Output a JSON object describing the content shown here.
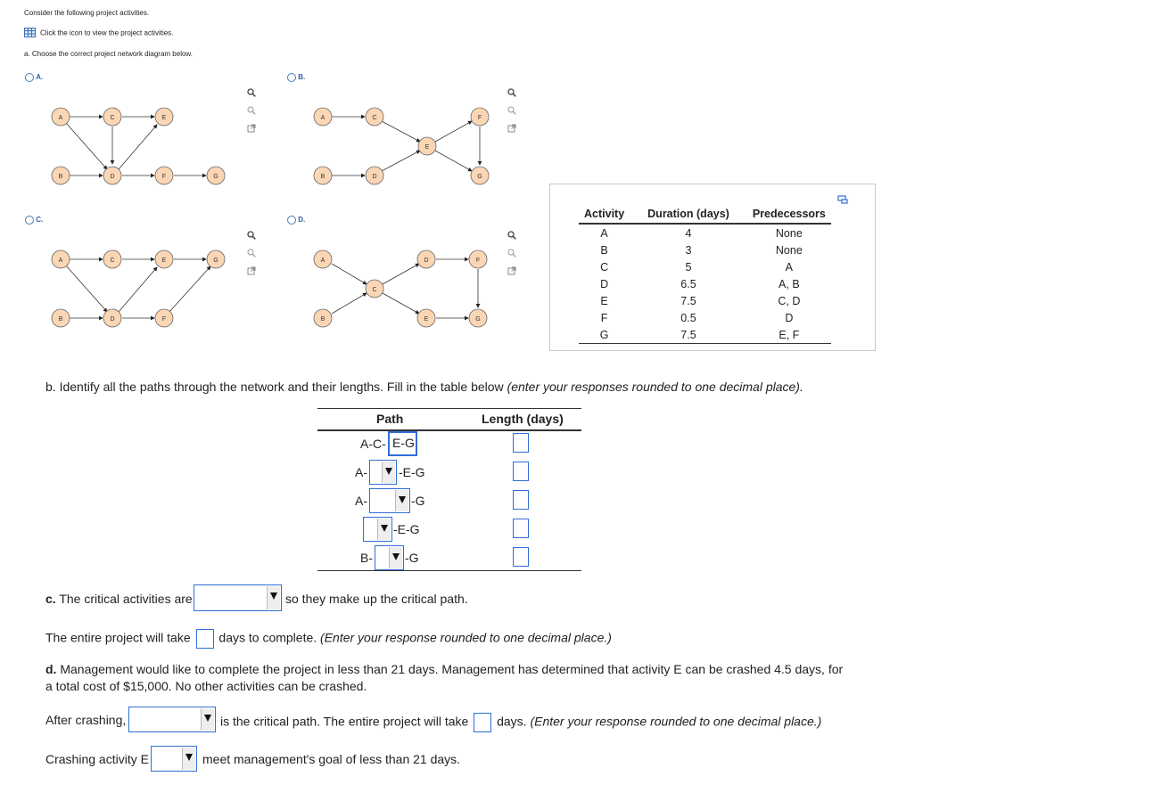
{
  "intro": "Consider the following project activities.",
  "view_link": "Click the icon to view the project activities.",
  "question_a": "a. Choose the correct project network diagram below.",
  "options": [
    {
      "letter": "A."
    },
    {
      "letter": "B."
    },
    {
      "letter": "C."
    },
    {
      "letter": "D."
    }
  ],
  "diagram_nodes": [
    "A",
    "B",
    "C",
    "D",
    "E",
    "F",
    "G"
  ],
  "activities": {
    "headers": [
      "Activity",
      "Duration (days)",
      "Predecessors"
    ],
    "rows": [
      [
        "A",
        "4",
        "None"
      ],
      [
        "B",
        "3",
        "None"
      ],
      [
        "C",
        "5",
        "A"
      ],
      [
        "D",
        "6.5",
        "A, B"
      ],
      [
        "E",
        "7.5",
        "C, D"
      ],
      [
        "F",
        "0.5",
        "D"
      ],
      [
        "G",
        "7.5",
        "E, F"
      ]
    ]
  },
  "question_b": {
    "lead": "b. Identify all the paths through the network and their lengths. Fill in the table below",
    "note": "(enter your responses rounded to one decimal place)."
  },
  "paths_table": {
    "headers": [
      "Path",
      "Length (days)"
    ],
    "row1": {
      "prefix": "A-C-",
      "input_value": "E-G"
    },
    "row2": {
      "prefix": "A-",
      "suffix": "-E-G"
    },
    "row3": {
      "prefix": "A-",
      "suffix": "-G"
    },
    "row4": {
      "suffix": "-E-G"
    },
    "row5": {
      "prefix": "B-",
      "suffix": "-G"
    }
  },
  "question_c": {
    "lead": "c.",
    "text": "The critical activities are",
    "after": "so they make up the critical path.",
    "project_text": "The entire project will take",
    "project_after": "days to complete.",
    "project_note": "(Enter your response rounded to one decimal place.)"
  },
  "question_d": {
    "lead": "d.",
    "text": "Management would like to complete the project in less than 21 days. Management has determined that activity E can be crashed 4.5 days, for a total cost of $15,000. No other activities can be crashed.",
    "after_crashing": "After crashing,",
    "critical_text": "is the critical path. The entire project will take",
    "days_text": "days.",
    "days_note": "(Enter your response rounded to one decimal place.)",
    "crashing_text": "Crashing activity E",
    "goal_text": "meet management's goal of less than 21 days."
  }
}
